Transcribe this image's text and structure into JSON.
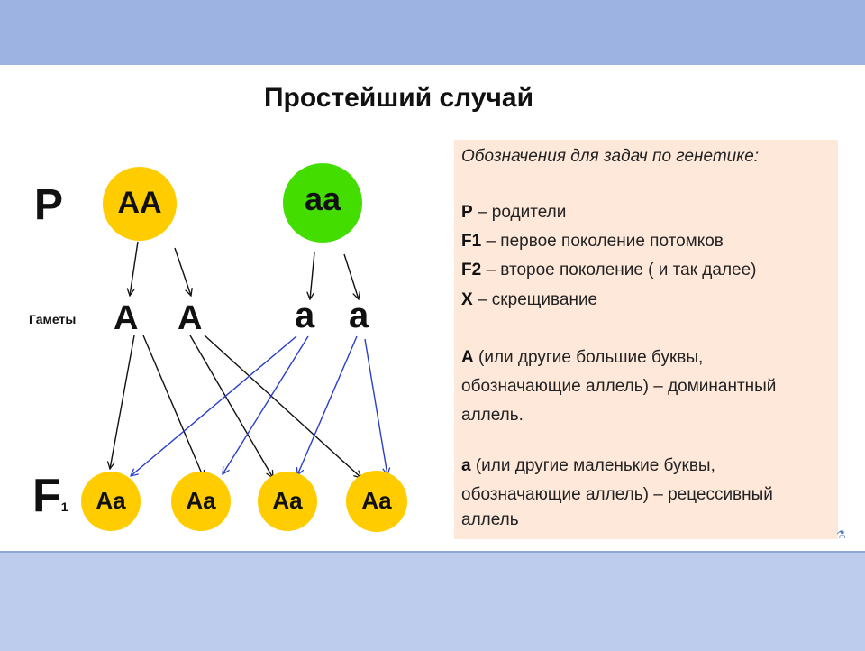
{
  "title": "Простейший случай",
  "diagram": {
    "row_labels": {
      "parents": "P",
      "gametes": "Гаметы",
      "f1": "F",
      "f1_sub": "1"
    },
    "parents": [
      {
        "genotype": "AA",
        "color": "#ffcc00"
      },
      {
        "genotype": "aa",
        "color": "#44dd00"
      }
    ],
    "gametes": [
      "A",
      "A",
      "a",
      "a"
    ],
    "offspring": [
      "Aa",
      "Aa",
      "Aa",
      "Aa"
    ],
    "offspring_color": "#ffcc00",
    "arrow_colors": {
      "dominant": "#111111",
      "recessive": "#2a3fcc"
    }
  },
  "legend": {
    "heading": "Обозначения для задач по генетике:",
    "items": [
      {
        "key": "P",
        "text": " – родители"
      },
      {
        "key": "F1",
        "text": " – первое поколение потомков"
      },
      {
        "key": "F2",
        "text": " – второе поколение ( и так далее)"
      },
      {
        "key": "X",
        "text": " – скрещивание"
      }
    ],
    "dominant": {
      "key": "A",
      "lines": [
        " (или другие большие буквы,",
        "обозначающие аллель) – доминантный",
        "аллель."
      ]
    },
    "recessive": {
      "key": "a",
      "lines": [
        " (или другие маленькие буквы,",
        "обозначающие аллель) – рецессивный",
        "аллель"
      ]
    }
  }
}
